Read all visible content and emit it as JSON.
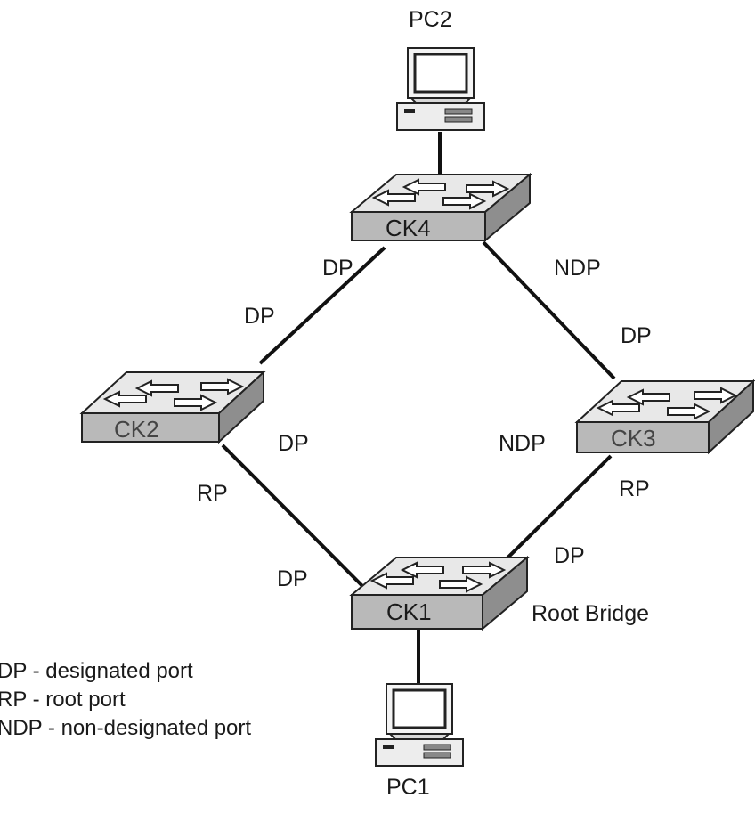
{
  "switches": {
    "ck1": "CK1",
    "ck2": "CK2",
    "ck3": "CK3",
    "ck4": "CK4"
  },
  "hosts": {
    "pc1": "PC1",
    "pc2": "PC2"
  },
  "root_bridge_label": "Root Bridge",
  "ports": {
    "ck4_to_ck2": "DP",
    "ck2_to_ck4": "DP",
    "ck4_to_ck3": "NDP",
    "ck3_to_ck4": "DP",
    "ck2_upper_right": "DP",
    "ck2_to_ck1": "RP",
    "ck1_to_ck2": "DP",
    "ck3_to_ck1_left": "NDP",
    "ck3_to_ck1": "RP",
    "ck1_to_ck3": "DP"
  },
  "legend": [
    "DP - designated port",
    "RP - root port",
    "NDP - non-designated port"
  ]
}
